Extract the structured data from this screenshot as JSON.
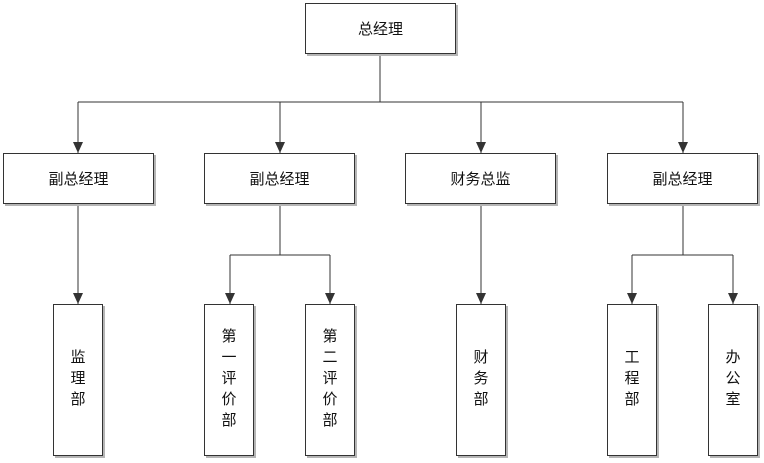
{
  "nodes": {
    "ceo": "总经理",
    "vp_left": "副总经理",
    "vp_mid": "副总经理",
    "finance_director": "财务总监",
    "vp_right": "副总经理",
    "supervision_dept": "监理部",
    "eval_dept_1": "第一评价部",
    "eval_dept_2": "第二评价部",
    "finance_dept": "财务部",
    "engineering_dept": "工程部",
    "office": "办公室"
  },
  "colors": {
    "line": "#333333",
    "border": "#333333",
    "shadow": "#b5b5b5"
  }
}
